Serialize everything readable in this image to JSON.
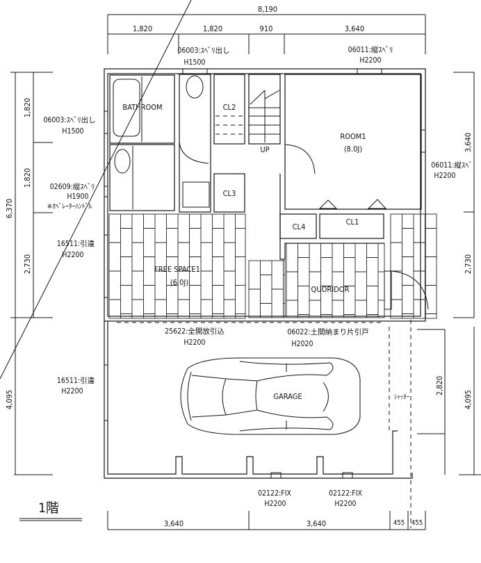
{
  "floor_label": "1階",
  "dimensions": {
    "top_total": "8,190",
    "top_segments": [
      "1,820",
      "1,820",
      "910",
      "3,640"
    ],
    "left_total": "6,370",
    "left_segments": [
      "1,820",
      "1,820",
      "2,730"
    ],
    "left_garage": "4,095",
    "right_segments": [
      "3,640",
      "2,730"
    ],
    "right_garage": "4,095",
    "right_shutter": "2,820",
    "bottom_segments": [
      "3,640",
      "3,640",
      "455",
      "455"
    ]
  },
  "rooms": {
    "bathroom": "BATHROOM",
    "cl2": "CL2",
    "cl3": "CL3",
    "cl4": "CL4",
    "cl1": "CL1",
    "up": "UP",
    "room1": "ROOM1",
    "room1_size": "(8.0J)",
    "free_space": "FREE SPACE1",
    "free_space_size": "(6.0J)",
    "corridor": "QUORIDOR",
    "garage": "GARAGE",
    "shutter": "ｼｬｯﾀｰ"
  },
  "windows": [
    {
      "code": "06003:ｽﾍﾞﾘ出し",
      "height": "H1500"
    },
    {
      "code": "06011:縦ｽﾍﾞﾘ",
      "height": "H2200"
    },
    {
      "code": "06003:ｽﾍﾞﾘ出し",
      "height": "H1500"
    },
    {
      "code": "02609:縦ｽﾍﾞﾘ",
      "height": "H1900",
      "note": "※ｵﾍﾞﾚｰﾀｰﾊﾝﾄﾞﾙ"
    },
    {
      "code": "16511:引違",
      "height": "H2200"
    },
    {
      "code": "06011:縦ｽﾍﾞ",
      "height": "H2200"
    },
    {
      "code": "25622:全開放引込",
      "height": "H2200"
    },
    {
      "code": "06022:土間納まり片引戸",
      "height": "H2020"
    },
    {
      "code": "16511:引違",
      "height": "H2200"
    },
    {
      "code": "02122:FIX",
      "height": "H2200"
    },
    {
      "code": "02122:FIX",
      "height": "H2200"
    }
  ]
}
